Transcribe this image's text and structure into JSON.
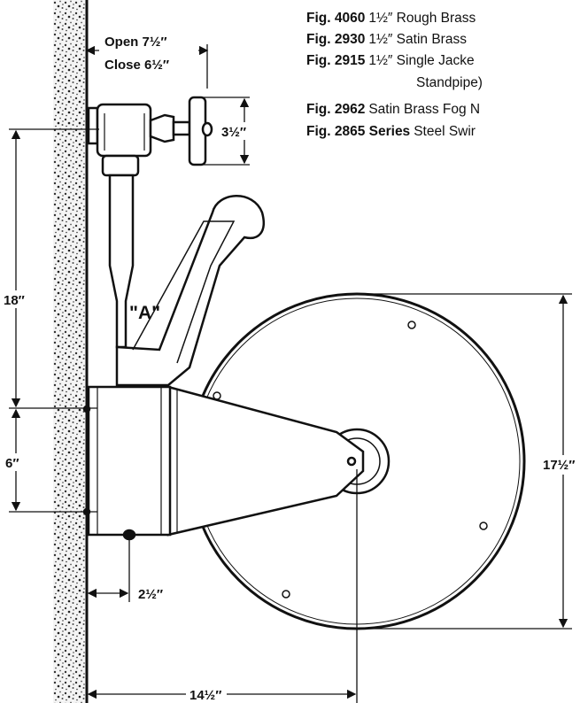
{
  "figures": [
    {
      "num": "Fig. 4060",
      "desc": "1½″ Rough Brass"
    },
    {
      "num": "Fig. 2930",
      "desc": "1½″ Satin Brass"
    },
    {
      "num": "Fig. 2915",
      "desc": "1½″ Single Jacke",
      "cont": "Standpipe)"
    },
    {
      "num": "Fig. 2962",
      "desc": "Satin Brass Fog N"
    },
    {
      "num": "Fig. 2865 Series",
      "desc": "Steel Swir"
    }
  ],
  "dims": {
    "open": "Open 7½″",
    "close": "Close 6½″",
    "valve": "3½″",
    "h18": "18″",
    "h6": "6″",
    "reel": "17½″",
    "d2": "2½″",
    "d14": "14½″",
    "label_a": "\"A\""
  },
  "colors": {
    "ink": "#111111",
    "paper": "#ffffff"
  }
}
